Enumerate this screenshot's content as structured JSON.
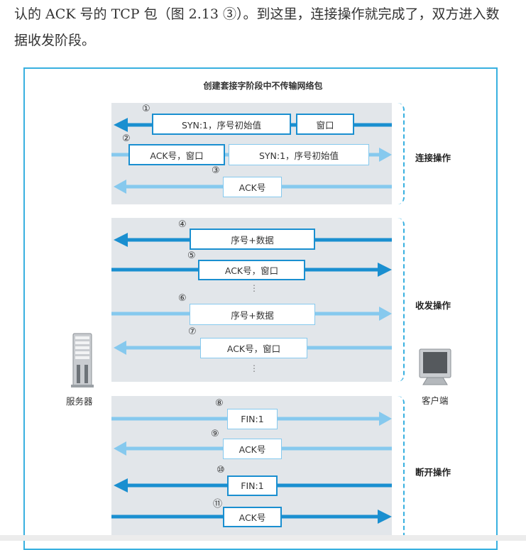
{
  "intro_text": "认的 ACK 号的 TCP 包（图 2.13 ③）。到这里，连接操作就完成了，双方进入数据收发阶段。",
  "diagram_title": "创建套接字阶段中不传输网络包",
  "server_label": "服务器",
  "client_label": "客户端",
  "phases": {
    "connect": "连接操作",
    "transfer": "收发操作",
    "disconnect": "断开操作"
  },
  "steps": [
    {
      "num": "①",
      "packets": [
        "SYN:1，序号初始值",
        "窗口"
      ],
      "direction": "to-server"
    },
    {
      "num": "②",
      "packets": [
        "ACK号，窗口",
        "SYN:1，序号初始值"
      ],
      "direction": "to-client"
    },
    {
      "num": "③",
      "packets": [
        "ACK号"
      ],
      "direction": "to-server"
    },
    {
      "num": "④",
      "packets": [
        "序号+数据"
      ],
      "direction": "to-server"
    },
    {
      "num": "⑤",
      "packets": [
        "ACK号，窗口"
      ],
      "direction": "to-client"
    },
    {
      "num": "⑥",
      "packets": [
        "序号+数据"
      ],
      "direction": "to-client"
    },
    {
      "num": "⑦",
      "packets": [
        "ACK号，窗口"
      ],
      "direction": "to-server"
    },
    {
      "num": "⑧",
      "packets": [
        "FIN:1"
      ],
      "direction": "to-client"
    },
    {
      "num": "⑨",
      "packets": [
        "ACK号"
      ],
      "direction": "to-server"
    },
    {
      "num": "⑩",
      "packets": [
        "FIN:1"
      ],
      "direction": "to-server"
    },
    {
      "num": "⑪",
      "packets": [
        "ACK号"
      ],
      "direction": "to-client"
    }
  ],
  "ellipsis": "⋮",
  "colors": {
    "dark_arrow": "#1a8fd0",
    "light_arrow": "#86c9ee",
    "frame": "#38b0e0",
    "panel": "#e2e6ea"
  },
  "icons": [
    "server-icon",
    "monitor-icon"
  ]
}
